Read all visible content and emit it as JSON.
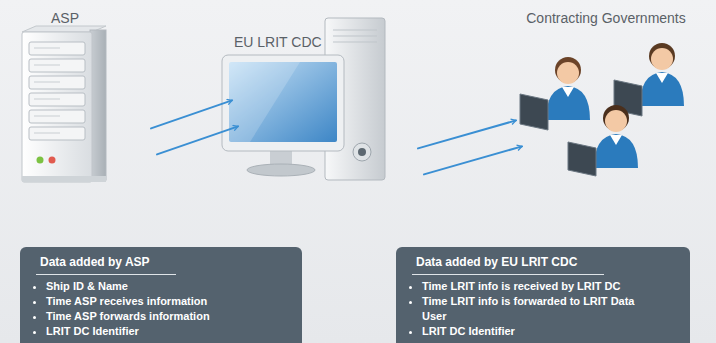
{
  "diagram": {
    "nodes": [
      {
        "text": [
          "ASP"
        ]
      },
      {
        "text": [
          "EU LRIT CDC"
        ]
      },
      {
        "text": [
          "Contracting Governments"
        ]
      },
      {
        "text": [
          "Data added by ASP",
          "Ship ID & Name",
          "Time ASP receives information",
          "Time ASP forwards information",
          "LRIT DC Identifier"
        ]
      },
      {
        "text": [
          "Data added by EU LRIT CDC",
          "Time LRIT info is received by LRIT DC",
          "Time LRIT info is forwarded to LRIT Data User",
          "LRIT DC Identifier"
        ]
      }
    ],
    "edges": [
      {
        "from": 0,
        "to": 1,
        "arrow": "to"
      },
      {
        "from": 0,
        "to": 1,
        "arrow": "to"
      },
      {
        "from": 1,
        "to": 2,
        "arrow": "to"
      },
      {
        "from": 1,
        "to": 2,
        "arrow": "to"
      }
    ]
  }
}
